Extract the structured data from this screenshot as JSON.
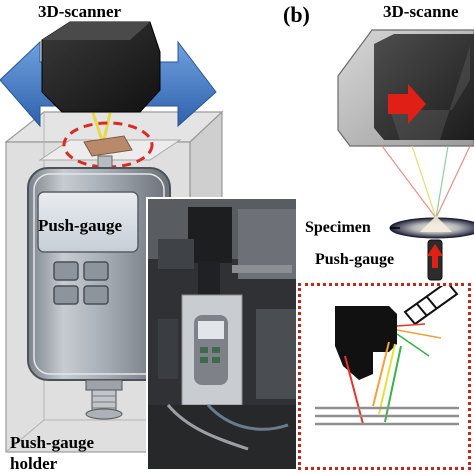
{
  "panel_a": {
    "scanner_label": "3D-scanner",
    "push_gauge_label": "Push-gauge",
    "holder_label_line1": "Push-gauge",
    "holder_label_line2": "holder"
  },
  "panel_b": {
    "panel_label": "(b)",
    "scanner_label": "3D-scanne",
    "specimen_label": "Specimen",
    "push_gauge_label": "Push-gauge"
  },
  "colors": {
    "arrow_blue": "#4a7fc9",
    "dash_red": "#d92b24",
    "arrow_red": "#e02016",
    "laser_red": "#e8322a",
    "laser_orange": "#f0a13a",
    "laser_yellow": "#e6e03c",
    "laser_green": "#38b24a",
    "gauge_gray": "#9aa0a8"
  }
}
